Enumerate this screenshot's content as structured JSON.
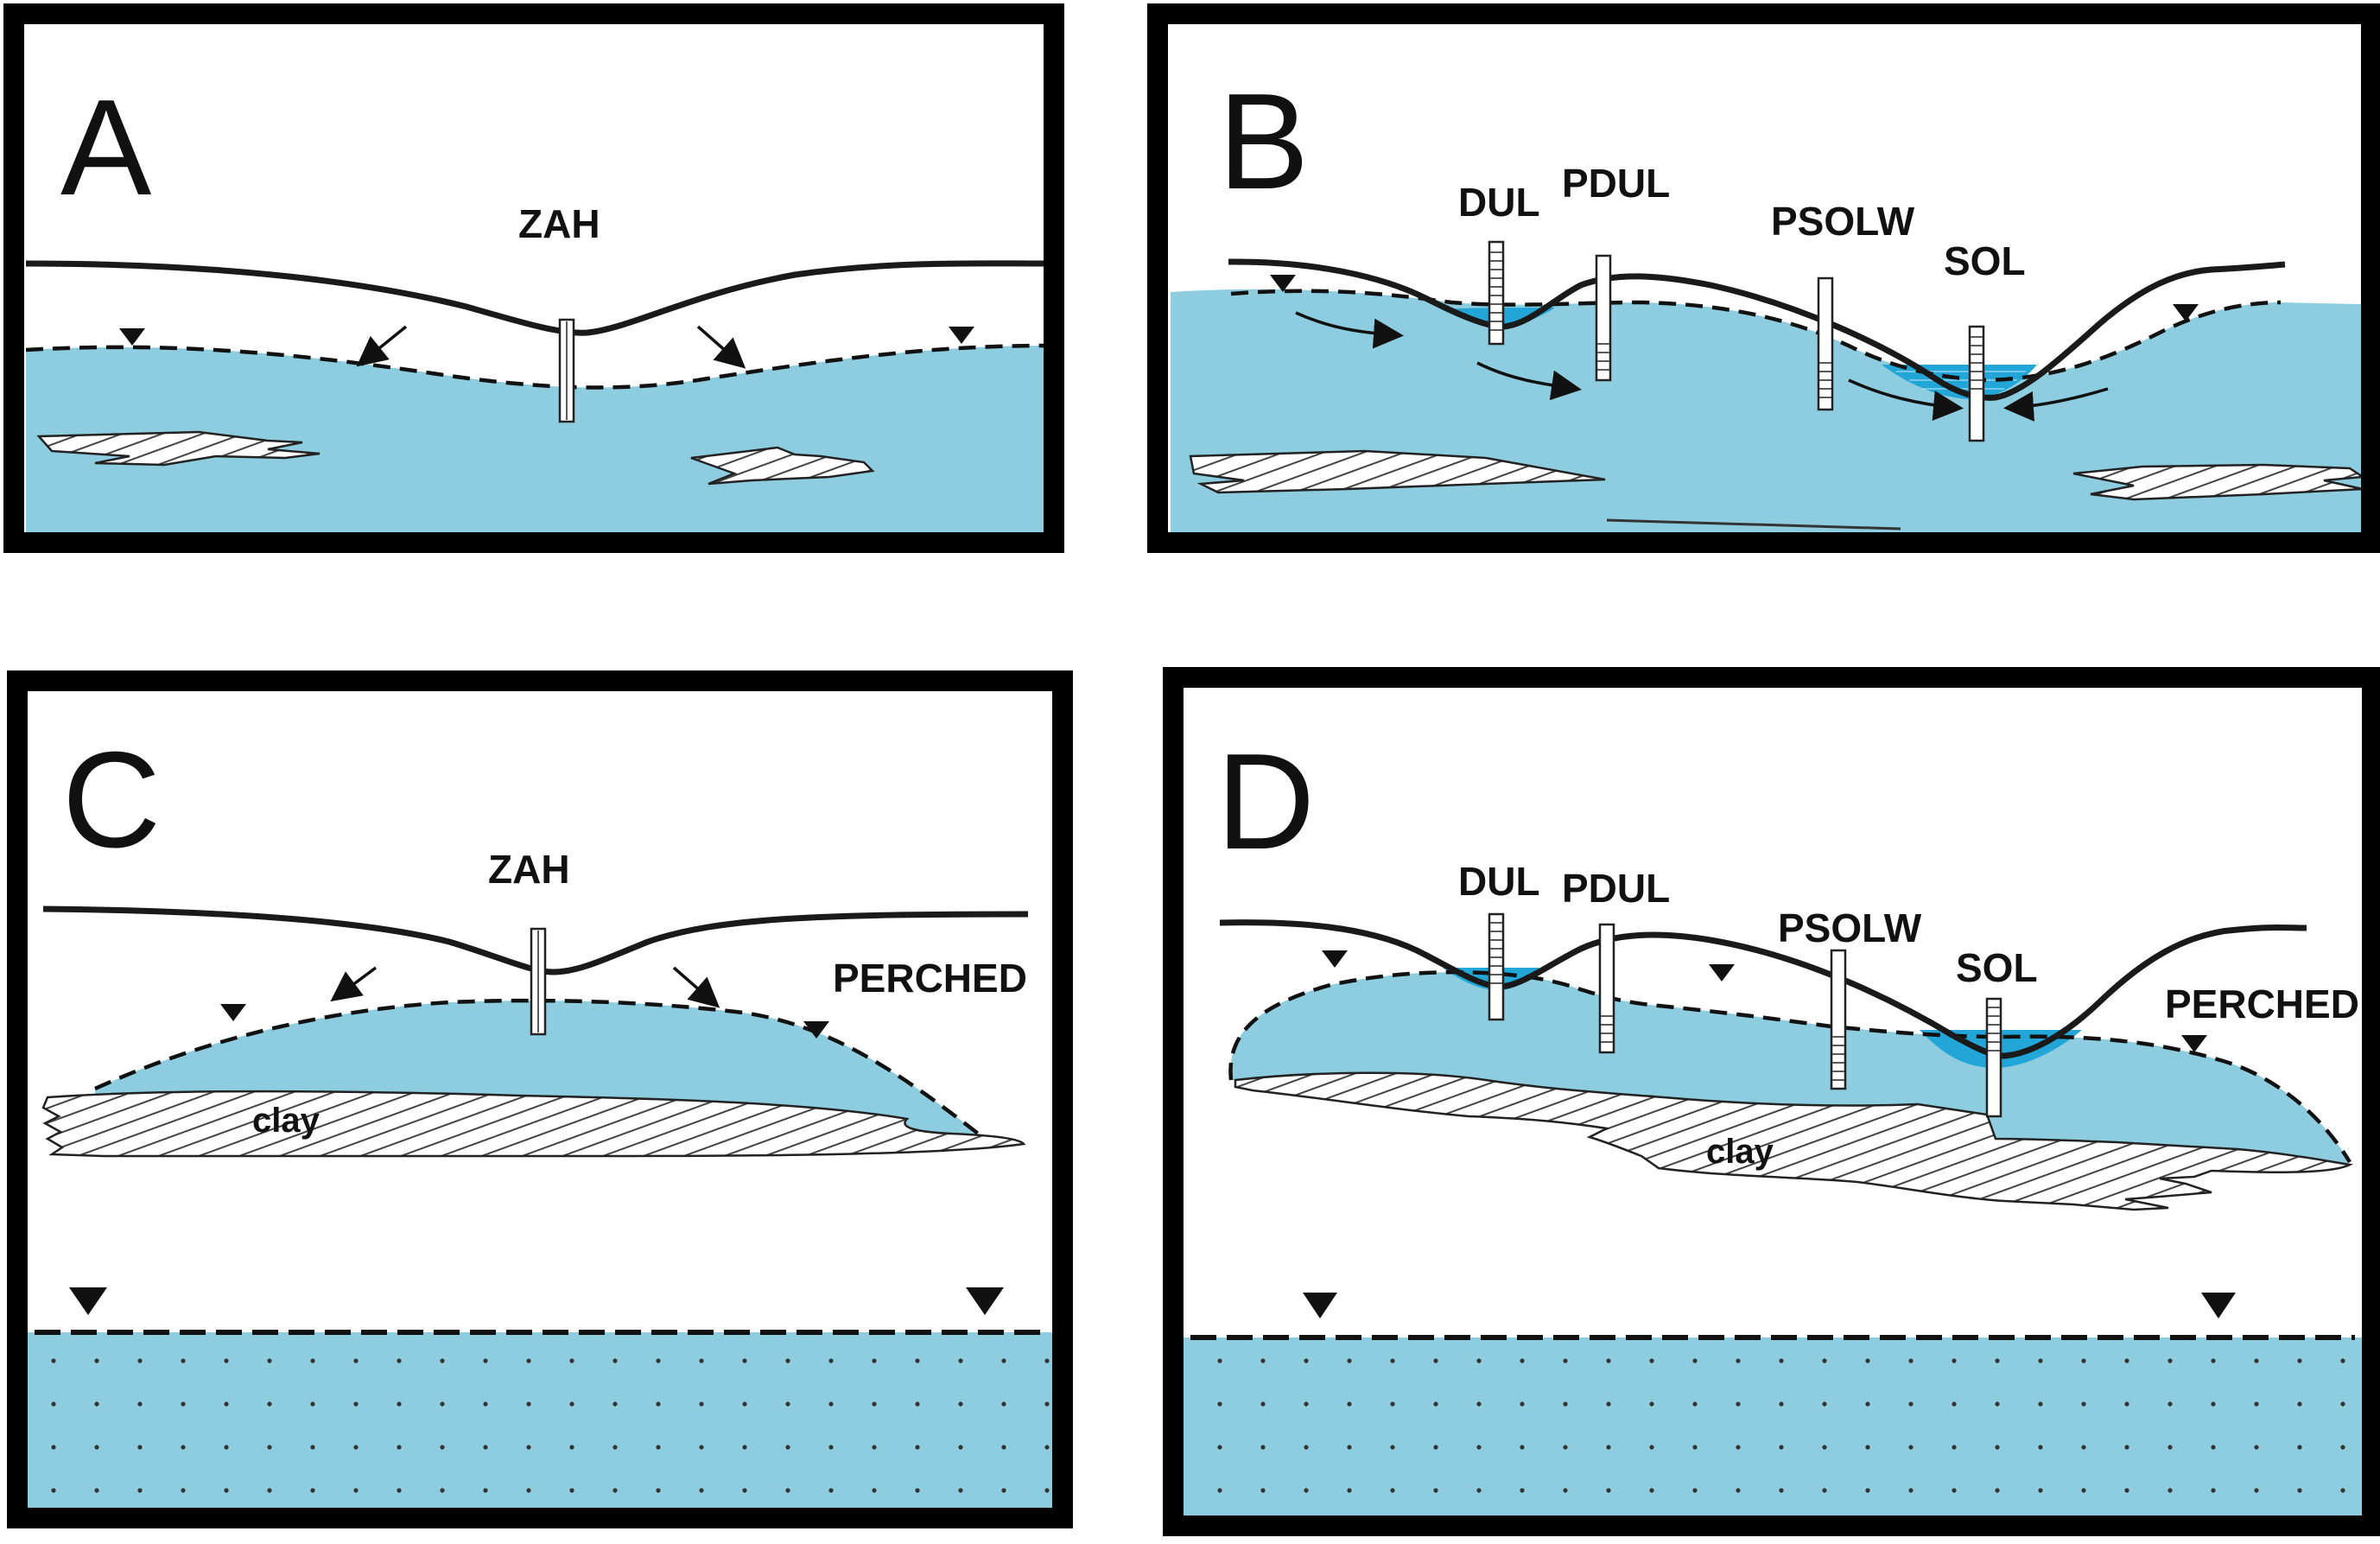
{
  "colors": {
    "groundwater": "#8ecde0",
    "surface_water": "#22a6d8",
    "frame": "#000000"
  },
  "panels": [
    {
      "letter": "A",
      "labels": {
        "zah": "ZAH"
      }
    },
    {
      "letter": "B",
      "labels": {
        "dul": "DUL",
        "pdul": "PDUL",
        "psolw": "PSOLW",
        "sol": "SOL"
      }
    },
    {
      "letter": "C",
      "labels": {
        "zah": "ZAH",
        "perched": "PERCHED",
        "clay": "clay"
      }
    },
    {
      "letter": "D",
      "labels": {
        "dul": "DUL",
        "pdul": "PDUL",
        "psolw": "PSOLW",
        "sol": "SOL",
        "perched": "PERCHED",
        "clay": "clay"
      }
    }
  ]
}
